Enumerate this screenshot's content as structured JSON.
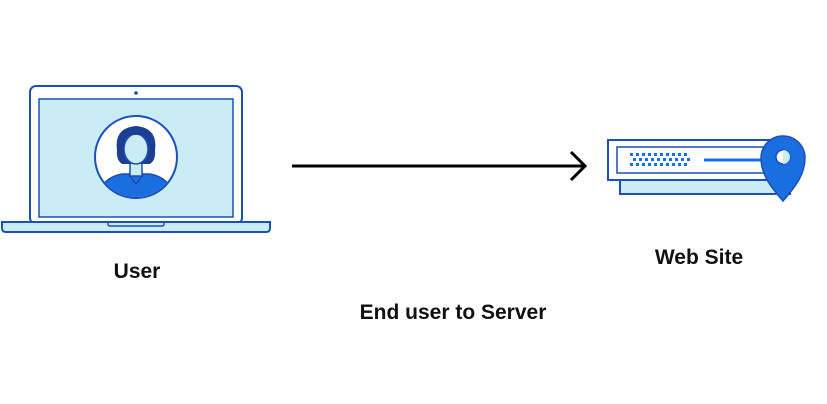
{
  "user_label": "User",
  "site_label": "Web Site",
  "caption": "End user to Server",
  "colors": {
    "outline_blue": "#1d4fb8",
    "light_blue": "#c9ecf6",
    "bright_blue": "#1a6fe0",
    "arrow": "#000000",
    "text": "#111111"
  }
}
